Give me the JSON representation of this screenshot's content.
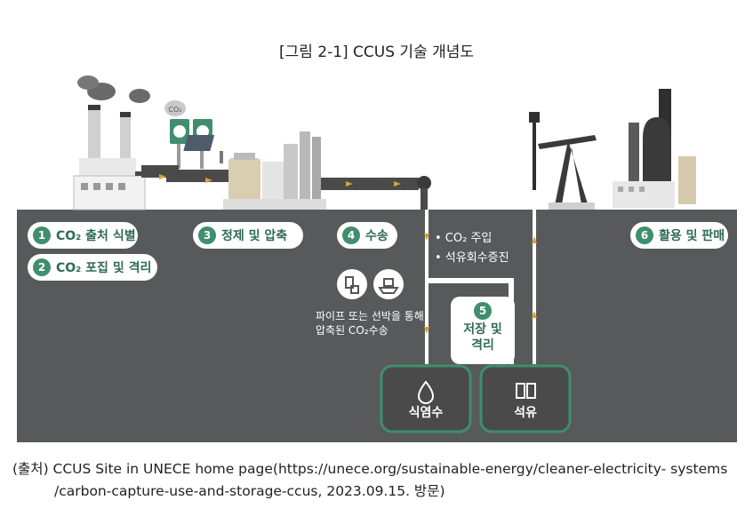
{
  "title": "[그림 2-1] CCUS 기술 개념도",
  "steps": [
    {
      "num": "1",
      "label": "CO₂ 출처 식별"
    },
    {
      "num": "2",
      "label": "CO₂ 포집 및 격리"
    },
    {
      "num": "3",
      "label": "정제 및 압축"
    },
    {
      "num": "4",
      "label": "수송"
    },
    {
      "num": "5",
      "label": "저장 및 격리"
    },
    {
      "num": "6",
      "label": "활용 및 판매"
    }
  ],
  "step5_lines": [
    "저장 및",
    "격리"
  ],
  "injection_notes": [
    "• CO₂ 주입",
    "• 석유회수증진"
  ],
  "transport_note": [
    "파이프 또는 선박을 통해",
    "압축된 CO₂수송"
  ],
  "reservoirs": {
    "saline": "식염수",
    "oil": "석유"
  },
  "cloud_label": "CO₂",
  "source_line1": "(출처) CCUS Site in UNECE home page(https://unece.org/sustainable-energy/cleaner-electricity- systems",
  "source_line2": "/carbon-capture-use-and-storage-ccus, 2023.09.15. 방문)",
  "colors": {
    "ground": "#58595b",
    "accent": "#3f8e6e",
    "pipe": "#4a4a4a",
    "sky": "#ffffff"
  }
}
